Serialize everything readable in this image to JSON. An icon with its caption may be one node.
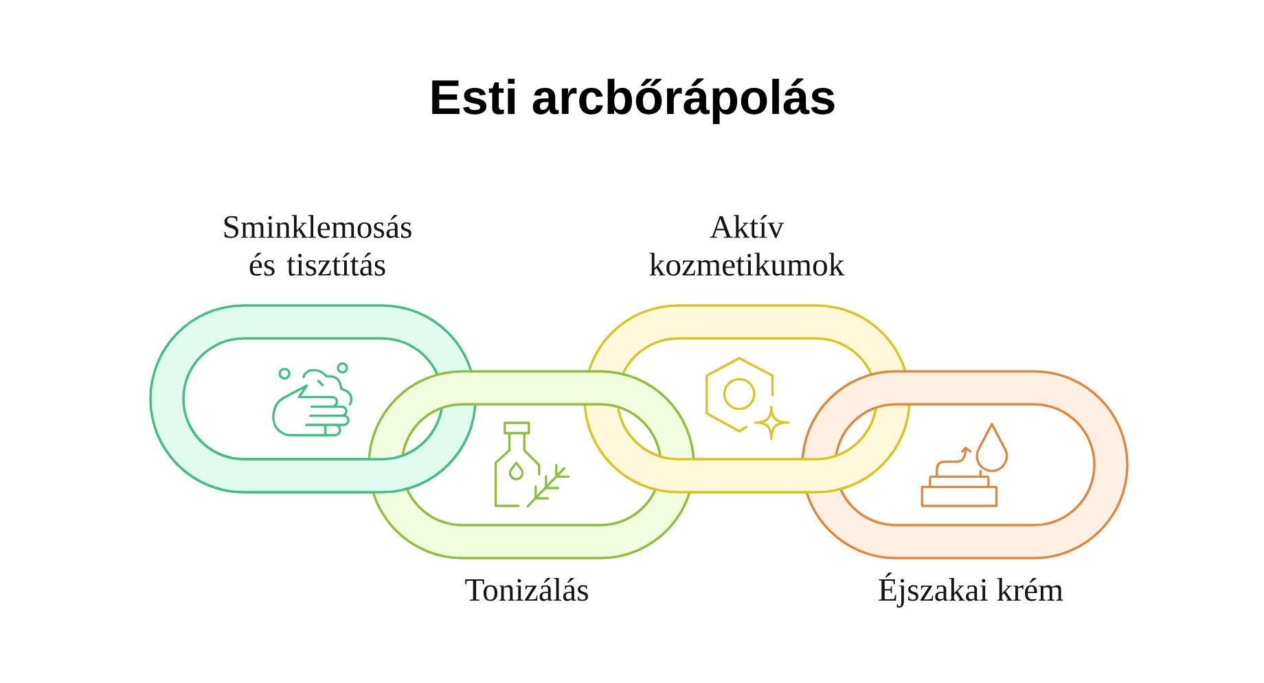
{
  "diagram": {
    "title": "Esti arcbőrápolás",
    "nodes": [
      {
        "text": [
          "Sminklemosás és tisztítás"
        ]
      },
      {
        "text": [
          "Tonizálás"
        ]
      },
      {
        "text": [
          "Aktív kozmetikumok"
        ]
      },
      {
        "text": [
          "Éjszakai krém"
        ]
      }
    ]
  }
}
